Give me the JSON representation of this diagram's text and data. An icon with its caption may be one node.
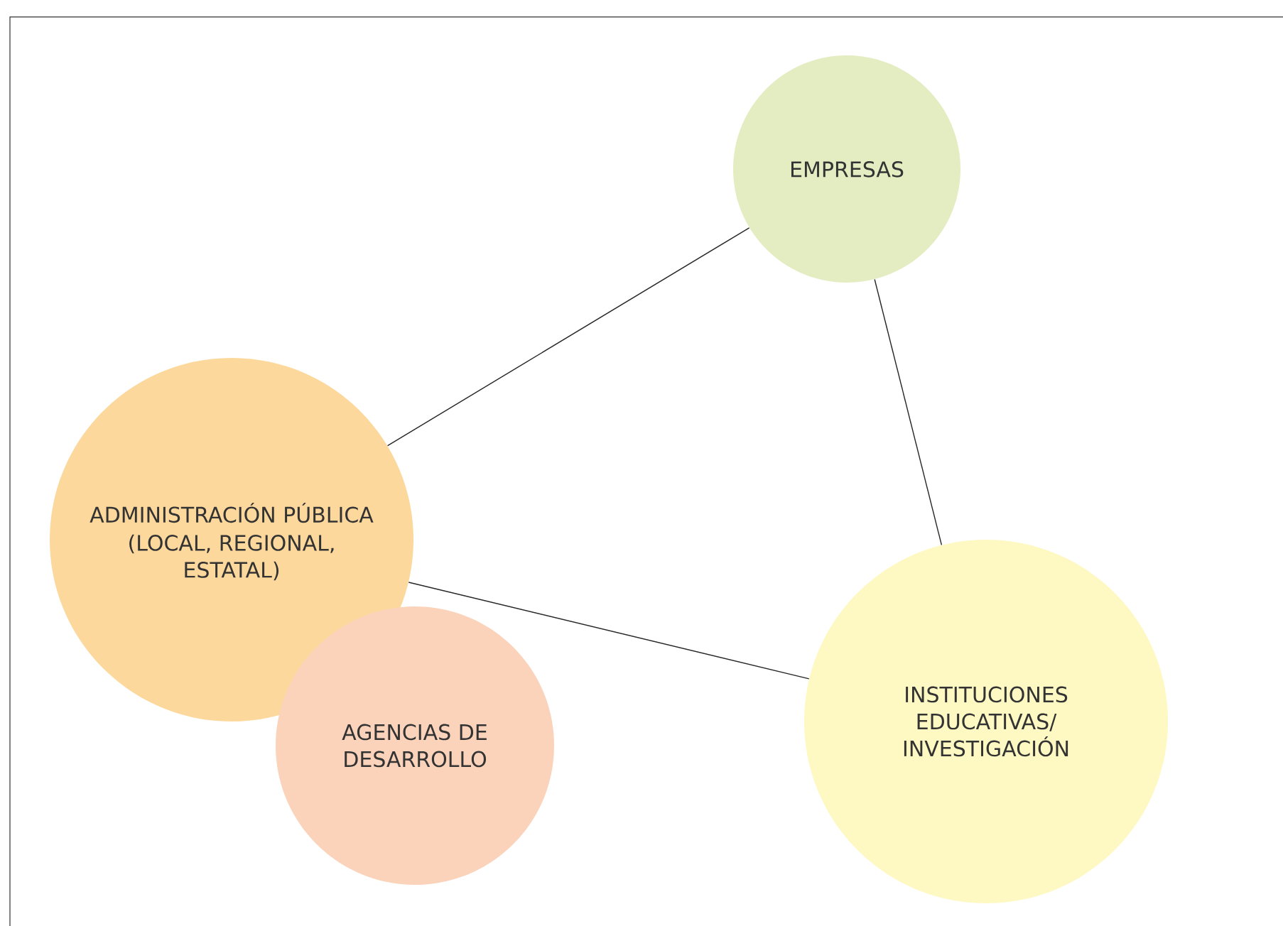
{
  "diagram": {
    "nodes": [
      {
        "text": [
          "EMPRESAS"
        ]
      },
      {
        "text": [
          "ADMINISTRACIÓN PÚBLICA",
          "(LOCAL, REGIONAL, ESTATAL)"
        ]
      },
      {
        "text": [
          "AGENCIAS DE DESARROLLO"
        ]
      },
      {
        "text": [
          "INSTITUCIONES EDUCATIVAS/ INVESTIGACIÓN"
        ]
      }
    ],
    "edges": [
      {
        "from": 1,
        "to": 0,
        "arrow": "none"
      },
      {
        "from": 0,
        "to": 3,
        "arrow": "none"
      },
      {
        "from": 1,
        "to": 3,
        "arrow": "none"
      }
    ]
  }
}
